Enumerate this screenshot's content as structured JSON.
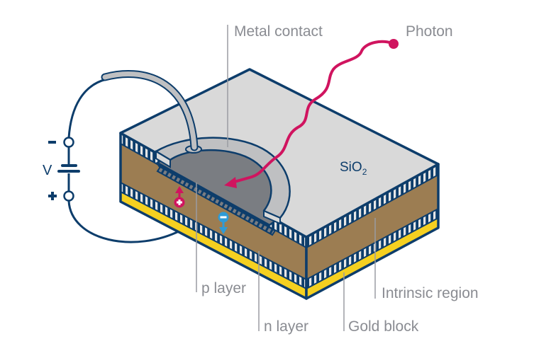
{
  "diagram": {
    "title": "PIN photodiode cross-section",
    "labels": {
      "metal_contact": "Metal contact",
      "photon": "Photon",
      "sio2_main": "SiO",
      "sio2_sub": "2",
      "p_layer": "p layer",
      "n_layer": "n layer",
      "intrinsic_region": "Intrinsic region",
      "gold_block": "Gold block",
      "voltage": "V",
      "minus_terminal": "−",
      "plus_terminal": "+"
    },
    "colors": {
      "outline": "#0d3d6b",
      "sio2_top": "#d9d9d9",
      "intrinsic": "#9c7d52",
      "gold": "#f5d020",
      "metal": "#bfc0c2",
      "p_region": "#7a7d82",
      "photon": "#d0145f",
      "hole": "#d0145f",
      "electron": "#2f9bd6",
      "label_text": "#8a8c92"
    }
  }
}
